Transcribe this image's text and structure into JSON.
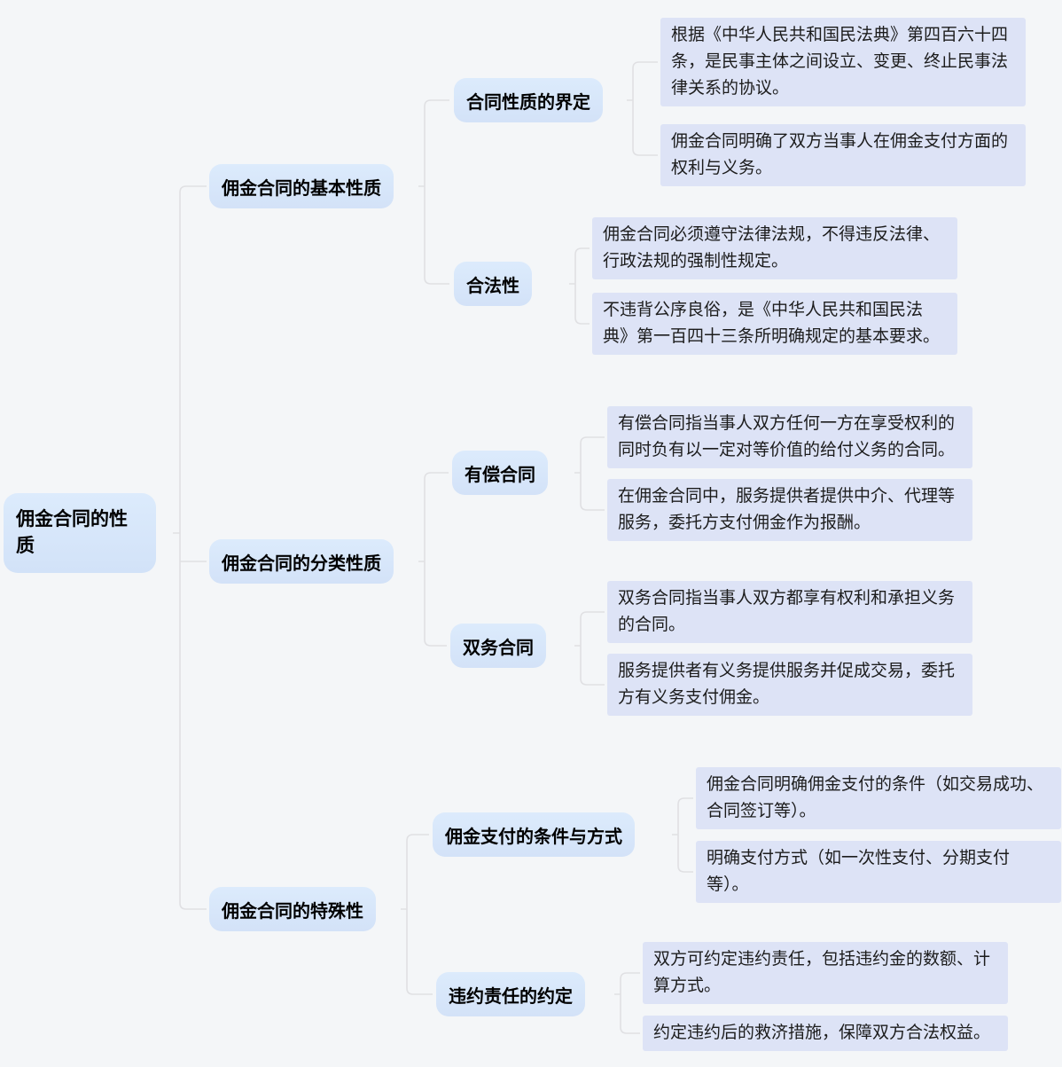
{
  "colors": {
    "background": "#f4f6f8",
    "topic_fill": "#d7e5fa",
    "note_fill": "#dde3f6",
    "connector_line": "#e0e0e3",
    "text": "#111111"
  },
  "tree": {
    "root": {
      "label": "佣金合同的性质"
    },
    "branches": [
      {
        "label": "佣金合同的基本性质",
        "children": [
          {
            "label": "合同性质的界定",
            "notes": [
              "根据《中华人民共和国民法典》第四百六十四条，是民事主体之间设立、变更、终止民事法律关系的协议。",
              "佣金合同明确了双方当事人在佣金支付方面的权利与义务。"
            ]
          },
          {
            "label": "合法性",
            "notes": [
              "佣金合同必须遵守法律法规，不得违反法律、行政法规的强制性规定。",
              "不违背公序良俗，是《中华人民共和国民法典》第一百四十三条所明确规定的基本要求。"
            ]
          }
        ]
      },
      {
        "label": "佣金合同的分类性质",
        "children": [
          {
            "label": "有偿合同",
            "notes": [
              "有偿合同指当事人双方任何一方在享受权利的同时负有以一定对等价值的给付义务的合同。",
              "在佣金合同中，服务提供者提供中介、代理等服务，委托方支付佣金作为报酬。"
            ]
          },
          {
            "label": "双务合同",
            "notes": [
              "双务合同指当事人双方都享有权利和承担义务的合同。",
              "服务提供者有义务提供服务并促成交易，委托方有义务支付佣金。"
            ]
          }
        ]
      },
      {
        "label": "佣金合同的特殊性",
        "children": [
          {
            "label": "佣金支付的条件与方式",
            "notes": [
              "佣金合同明确佣金支付的条件（如交易成功、合同签订等）。",
              "明确支付方式（如一次性支付、分期支付等）。"
            ]
          },
          {
            "label": "违约责任的约定",
            "notes": [
              "双方可约定违约责任，包括违约金的数额、计算方式。",
              "约定违约后的救济措施，保障双方合法权益。"
            ]
          }
        ]
      }
    ]
  }
}
